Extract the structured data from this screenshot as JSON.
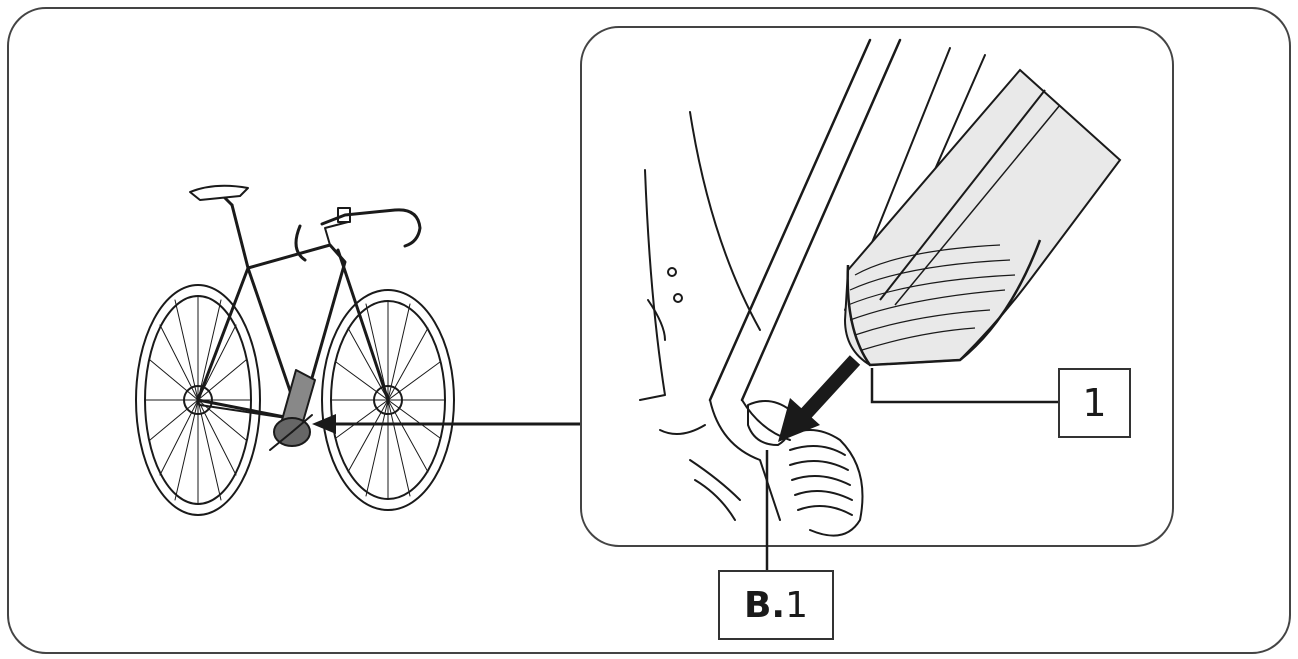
{
  "labels": {
    "callout_1": "1",
    "callout_b1_prefix": "B.",
    "callout_b1_suffix": "1"
  },
  "colors": {
    "line": "#1a1a1a",
    "frame_border": "#444444",
    "battery_fill": "#e9e9e9",
    "background": "#ffffff"
  },
  "icons": [
    "bicycle-icon",
    "insert-direction-arrow-icon"
  ]
}
